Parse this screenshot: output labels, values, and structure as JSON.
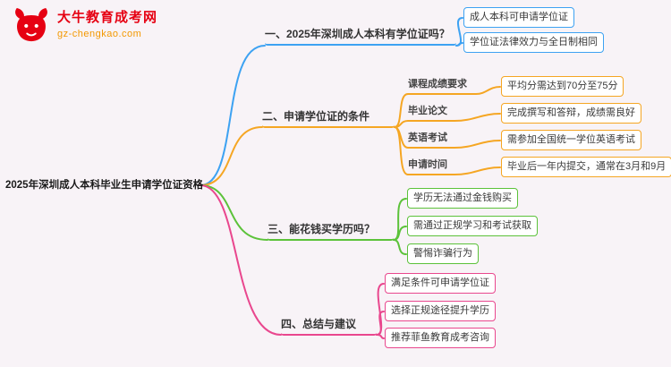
{
  "logo": {
    "title": "大牛教育成考网",
    "url": "gz-chengkao.com",
    "brand_color": "#e60012",
    "url_color": "#f39800"
  },
  "root": {
    "label": "2025年深圳成人本科毕业生申请学位证资格"
  },
  "branches": [
    {
      "label": "一、2025年深圳成人本科有学位证吗？",
      "color": "#3da2f2",
      "children": [
        {
          "text": "成人本科可申请学位证"
        },
        {
          "text": "学位证法律效力与全日制相同"
        }
      ]
    },
    {
      "label": "二、申请学位证的条件",
      "color": "#f5a623",
      "children": [
        {
          "label": "课程成绩要求",
          "text": "平均分需达到70分至75分"
        },
        {
          "label": "毕业论文",
          "text": "完成撰写和答辩，成绩需良好"
        },
        {
          "label": "英语考试",
          "text": "需参加全国统一学位英语考试"
        },
        {
          "label": "申请时间",
          "text": "毕业后一年内提交，通常在3月和9月"
        }
      ]
    },
    {
      "label": "三、能花钱买学历吗？",
      "color": "#5cc23a",
      "children": [
        {
          "text": "学历无法通过金钱购买"
        },
        {
          "text": "需通过正规学习和考试获取"
        },
        {
          "text": "警惕诈骗行为"
        }
      ]
    },
    {
      "label": "四、总结与建议",
      "color": "#e9478e",
      "children": [
        {
          "text": "满足条件可申请学位证"
        },
        {
          "text": "选择正规途径提升学历"
        },
        {
          "text": "推荐菲鱼教育成考咨询"
        }
      ]
    }
  ]
}
